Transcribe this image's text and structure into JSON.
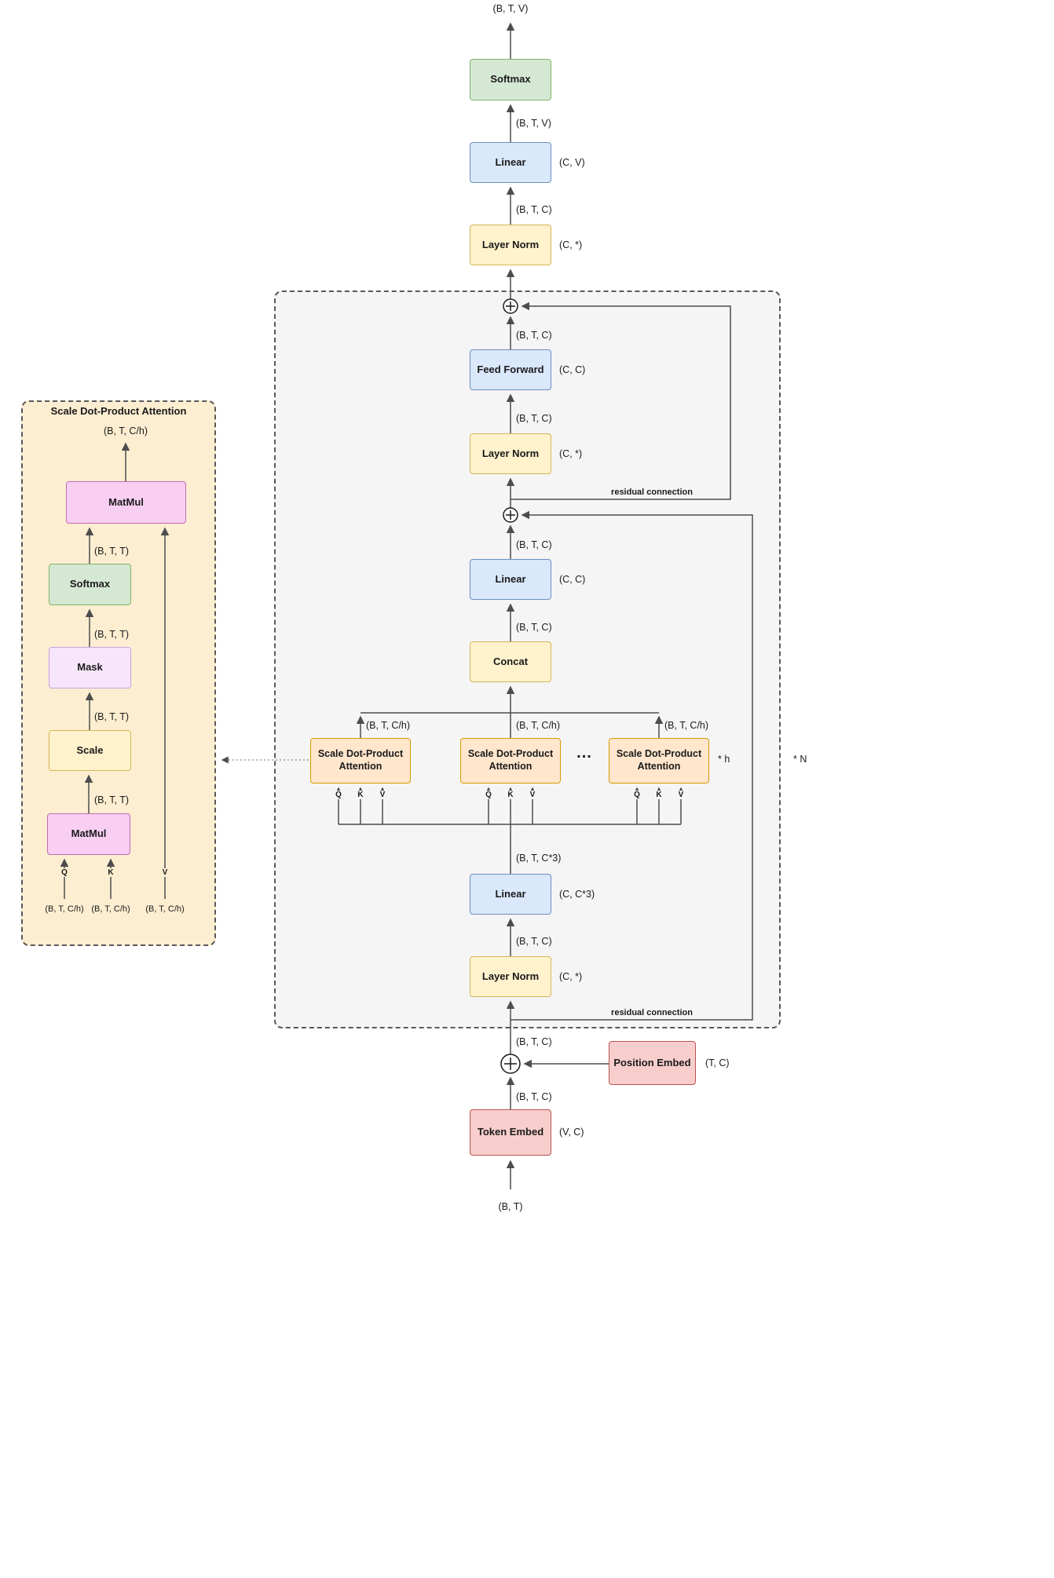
{
  "colors": {
    "green_fill": "#d5e8d4",
    "green_stroke": "#82b366",
    "blue_fill": "#dae8fc",
    "blue_stroke": "#6c8ebf",
    "yellow_fill": "#fff2cc",
    "yellow_stroke": "#d6b656",
    "salmon_fill": "#f8cecc",
    "salmon_stroke": "#b85450",
    "tan_fill": "#ffe6cc",
    "tan_stroke": "#d79b00",
    "magenta_fill": "#f8cef2",
    "magenta_stroke": "#c26bb4",
    "lavender_fill": "#f7e6fb",
    "lavender_stroke": "#c9a1dd",
    "block_bg": "#f5f5f5",
    "detail_bg": "#fdeed2",
    "wire": "#4d4d4d"
  },
  "main": {
    "output_shape": "(B, T, V)",
    "softmax_label": "Softmax",
    "softmax_in": "(B, T, V)",
    "head_linear_label": "Linear",
    "head_linear_side": "(C, V)",
    "head_linear_in": "(B, T, C)",
    "final_norm_label": "Layer Norm",
    "final_norm_side": "(C, *)"
  },
  "block": {
    "repeat_label": "* N",
    "ff_out": "(B, T, C)",
    "ff_label": "Feed Forward",
    "ff_side": "(C, C)",
    "ff_in": "(B, T, C)",
    "norm2_label": "Layer Norm",
    "norm2_side": "(C, *)",
    "residual_upper": "residual connection",
    "proj_out": "(B, T, C)",
    "proj_label": "Linear",
    "proj_side": "(C, C)",
    "concat_out": "(B, T, C)",
    "concat_label": "Concat",
    "head_out": "(B, T, C/h)",
    "head_label": "Scale Dot-Product Attention",
    "ellipsis": "...",
    "heads_repeat": "* h",
    "q": "Q",
    "k": "K",
    "v": "V",
    "qkv_shape": "(B, T, C*3)",
    "qkv_linear_label": "Linear",
    "qkv_linear_side": "(C, C*3)",
    "qkv_linear_in": "(B, T, C)",
    "norm1_label": "Layer Norm",
    "norm1_side": "(C, *)",
    "residual_lower": "residual connection"
  },
  "embed": {
    "block_in": "(B, T, C)",
    "pos_label": "Position Embed",
    "pos_side": "(T, C)",
    "sum_in": "(B, T, C)",
    "token_label": "Token Embed",
    "token_side": "(V, C)",
    "input_shape": "(B, T)"
  },
  "detail": {
    "title": "Scale Dot-Product Attention",
    "out_shape": "(B, T, C/h)",
    "matmul2_label": "MatMul",
    "softmax_out": "(B, T, T)",
    "softmax_label": "Softmax",
    "mask_out": "(B, T, T)",
    "mask_label": "Mask",
    "scale_out": "(B, T, T)",
    "scale_label": "Scale",
    "matmul1_out": "(B, T, T)",
    "matmul1_label": "MatMul",
    "q": "Q",
    "k": "K",
    "v": "V",
    "q_shape": "(B, T, C/h)",
    "k_shape": "(B, T, C/h)",
    "v_shape": "(B, T, C/h)"
  }
}
